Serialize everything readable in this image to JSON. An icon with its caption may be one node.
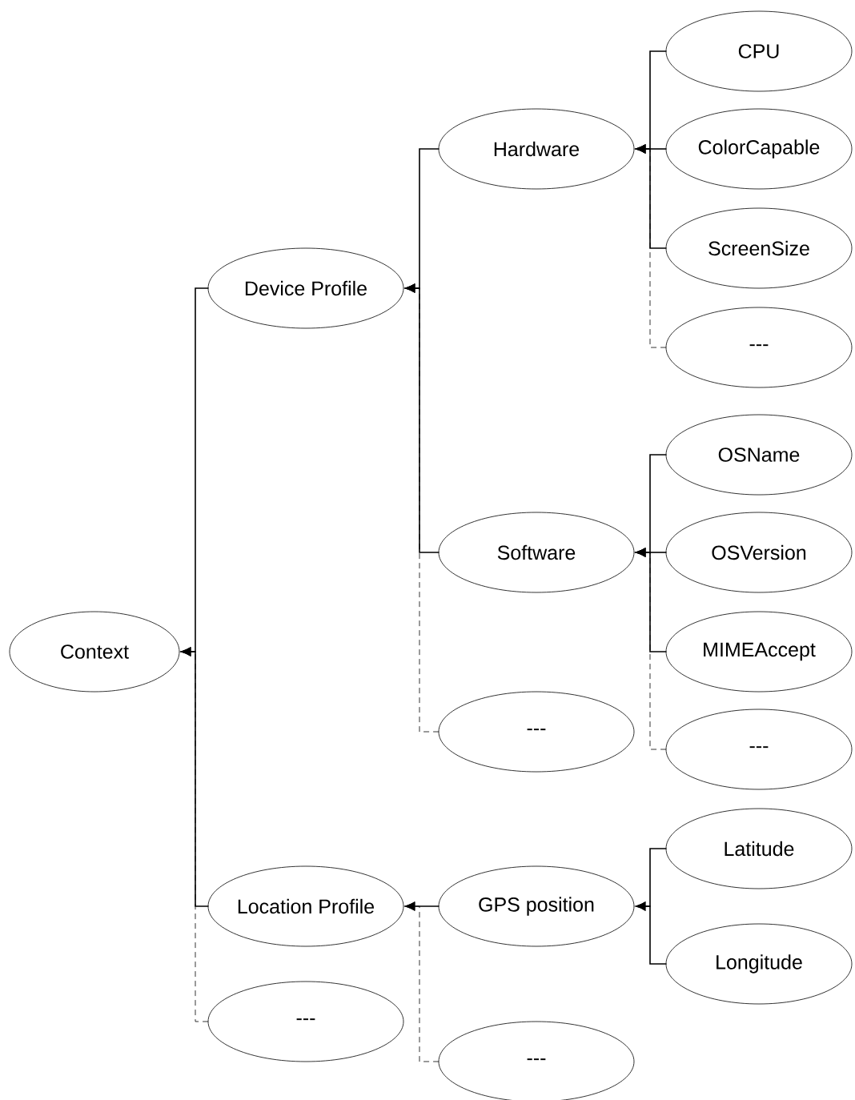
{
  "diagram": {
    "nodes": [
      {
        "text": [
          "Context"
        ]
      },
      {
        "text": [
          "Device Profile"
        ]
      },
      {
        "text": [
          "Hardware"
        ]
      },
      {
        "text": [
          "CPU"
        ]
      },
      {
        "text": [
          "ColorCapable"
        ]
      },
      {
        "text": [
          "ScreenSize"
        ]
      },
      {
        "text": [
          "---"
        ]
      },
      {
        "text": [
          "Software"
        ]
      },
      {
        "text": [
          "OSName"
        ]
      },
      {
        "text": [
          "OSVersion"
        ]
      },
      {
        "text": [
          "MIMEAccept"
        ]
      },
      {
        "text": [
          "---"
        ]
      },
      {
        "text": [
          "---"
        ]
      },
      {
        "text": [
          "Location Profile"
        ]
      },
      {
        "text": [
          "GPS position"
        ]
      },
      {
        "text": [
          "Latitude"
        ]
      },
      {
        "text": [
          "Longitude"
        ]
      },
      {
        "text": [
          "---"
        ]
      },
      {
        "text": [
          "---"
        ]
      }
    ],
    "edges": [
      {
        "from": 1,
        "to": 0,
        "arrow": "to"
      },
      {
        "from": 13,
        "to": 0,
        "arrow": "to"
      },
      {
        "from": 17,
        "to": 0,
        "arrow": "to",
        "style": "dashed"
      },
      {
        "from": 2,
        "to": 1,
        "arrow": "to"
      },
      {
        "from": 7,
        "to": 1,
        "arrow": "to"
      },
      {
        "from": 12,
        "to": 1,
        "arrow": "to",
        "style": "dashed"
      },
      {
        "from": 3,
        "to": 2,
        "arrow": "to"
      },
      {
        "from": 4,
        "to": 2,
        "arrow": "to"
      },
      {
        "from": 5,
        "to": 2,
        "arrow": "to"
      },
      {
        "from": 6,
        "to": 2,
        "arrow": "to",
        "style": "dashed"
      },
      {
        "from": 8,
        "to": 7,
        "arrow": "to"
      },
      {
        "from": 9,
        "to": 7,
        "arrow": "to"
      },
      {
        "from": 10,
        "to": 7,
        "arrow": "to"
      },
      {
        "from": 11,
        "to": 7,
        "arrow": "to",
        "style": "dashed"
      },
      {
        "from": 14,
        "to": 13,
        "arrow": "to"
      },
      {
        "from": 18,
        "to": 13,
        "arrow": "to",
        "style": "dashed"
      },
      {
        "from": 15,
        "to": 14,
        "arrow": "to"
      },
      {
        "from": 16,
        "to": 14,
        "arrow": "to"
      }
    ]
  }
}
